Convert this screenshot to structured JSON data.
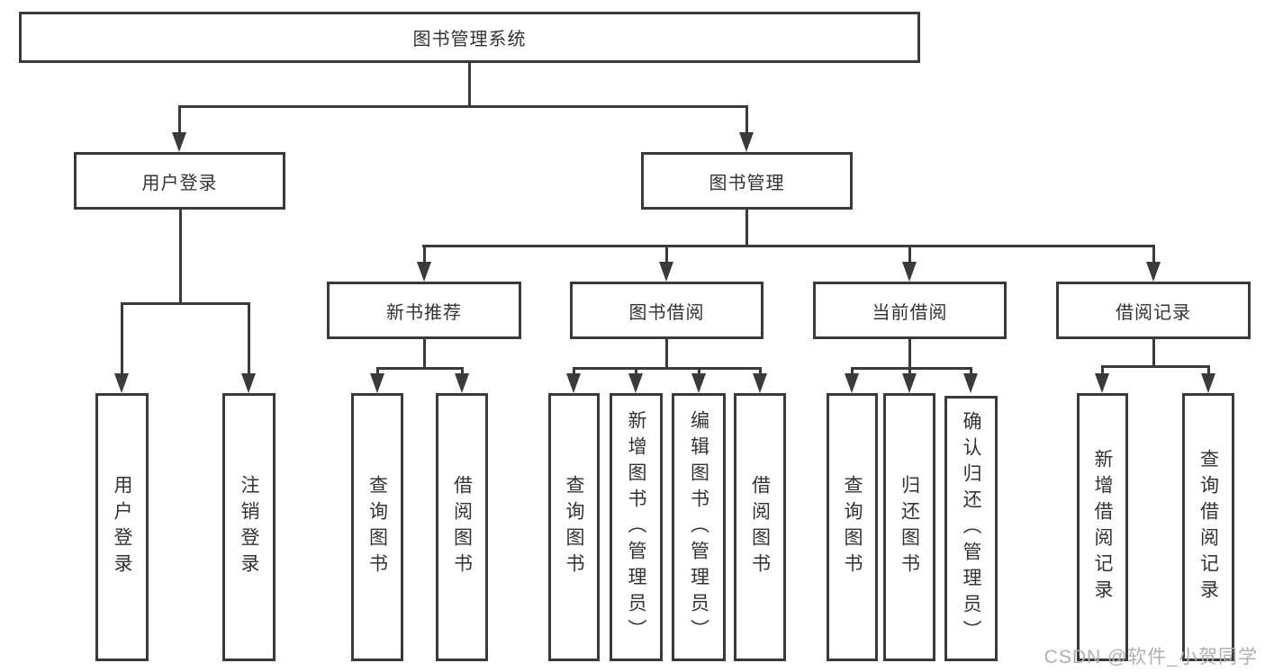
{
  "tree": {
    "label": "图书管理系统",
    "children": [
      {
        "label": "用户登录",
        "children": [
          {
            "label": "用户登录"
          },
          {
            "label": "注销登录"
          }
        ]
      },
      {
        "label": "图书管理",
        "children": [
          {
            "label": "新书推荐",
            "children": [
              {
                "label": "查询图书"
              },
              {
                "label": "借阅图书"
              }
            ]
          },
          {
            "label": "图书借阅",
            "children": [
              {
                "label": "查询图书"
              },
              {
                "label": "新增图书（管理员）"
              },
              {
                "label": "编辑图书（管理员）"
              },
              {
                "label": "借阅图书"
              }
            ]
          },
          {
            "label": "当前借阅",
            "children": [
              {
                "label": "查询图书"
              },
              {
                "label": "归还图书"
              },
              {
                "label": "确认归还（管理员）"
              }
            ]
          },
          {
            "label": "借阅记录",
            "children": [
              {
                "label": "新增借阅记录"
              },
              {
                "label": "查询借阅记录"
              }
            ]
          }
        ]
      }
    ]
  },
  "watermark": "CSDN @软件_小贺同学",
  "colors": {
    "line": "#3a3a3a",
    "text": "#333333",
    "watermark": "#b0b0b0",
    "background": "#ffffff"
  }
}
